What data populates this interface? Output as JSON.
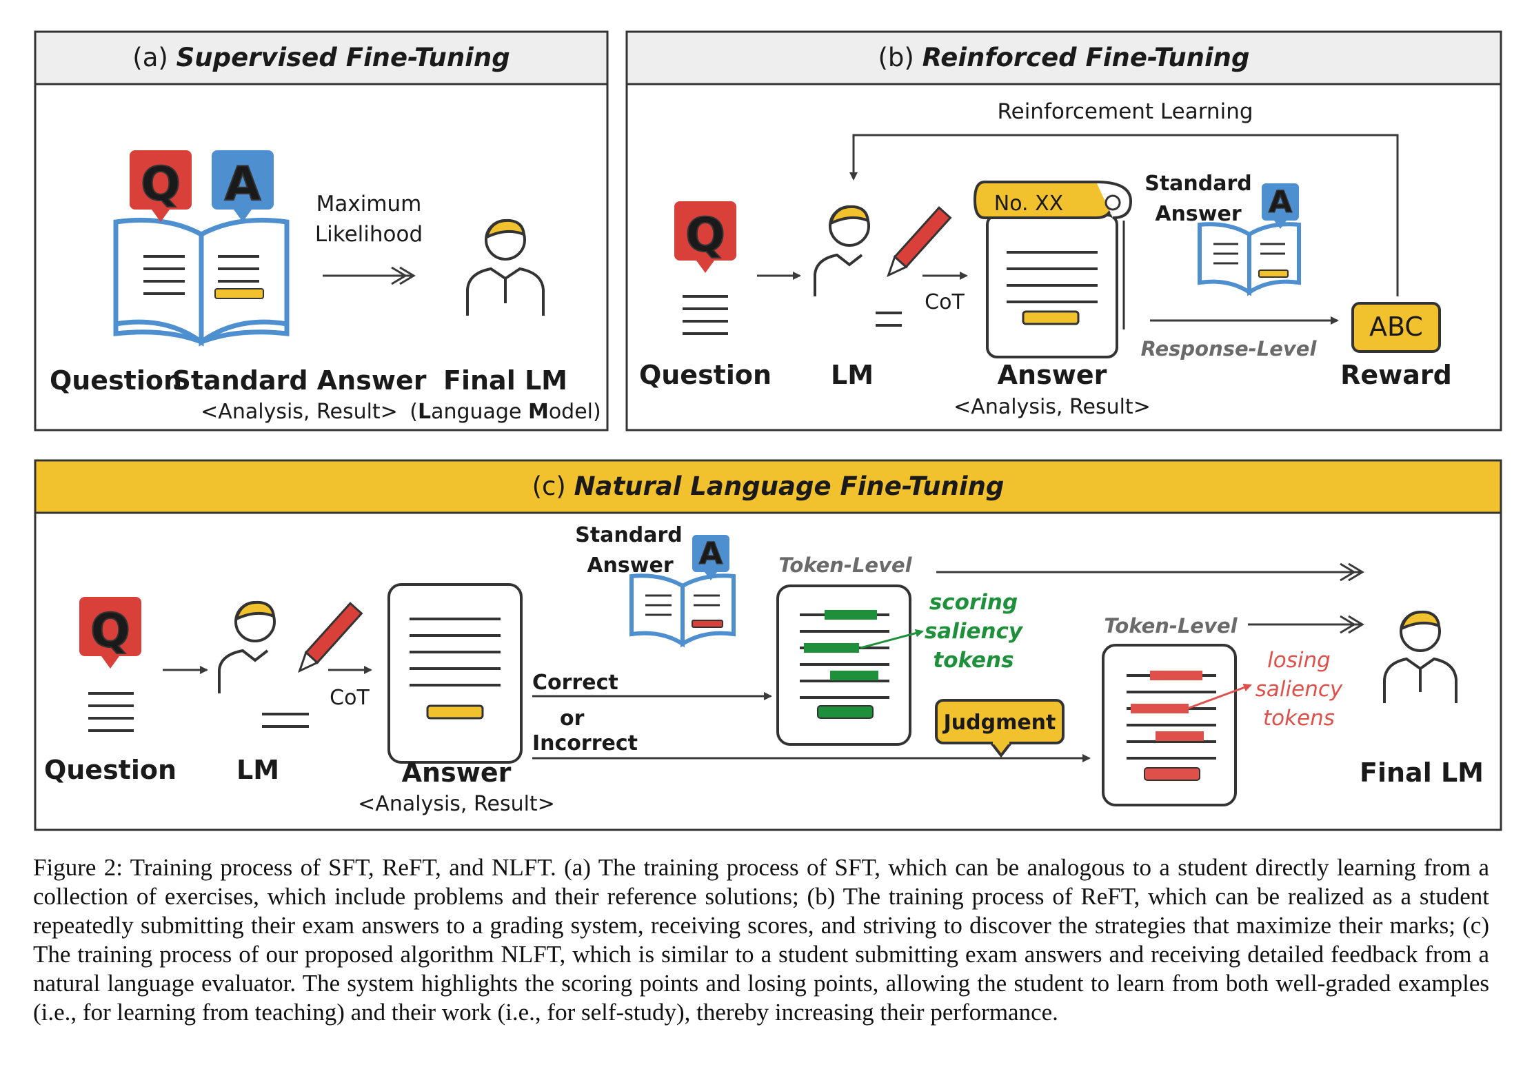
{
  "panel_a": {
    "title_prefix": "(a) ",
    "title_italic": "Supervised Fine-Tuning",
    "q_letter": "Q",
    "a_letter": "A",
    "arrow_label_1": "Maximum",
    "arrow_label_2": "Likelihood",
    "label_question": "Question",
    "label_standard_answer": "Standard Answer",
    "label_standard_answer_sub": "<Analysis, Result>",
    "label_final_lm": "Final LM",
    "label_final_lm_sub_1": "(",
    "label_final_lm_sub_L": "L",
    "label_final_lm_sub_2": "anguage ",
    "label_final_lm_sub_M": "M",
    "label_final_lm_sub_3": "odel)"
  },
  "panel_b": {
    "title_prefix": "(b) ",
    "title_italic": "Reinforced Fine-Tuning",
    "loop_label": "Reinforcement Learning",
    "q_letter": "Q",
    "scroll_label": "No. XX",
    "cot_label": "CoT",
    "standard_answer_1": "Standard",
    "standard_answer_2": "Answer",
    "a_letter": "A",
    "response_level": "Response-Level",
    "reward_icon_text": "ABC",
    "label_question": "Question",
    "label_lm": "LM",
    "label_answer": "Answer",
    "label_answer_sub": "<Analysis, Result>",
    "label_reward": "Reward"
  },
  "panel_c": {
    "title_prefix": "(c) ",
    "title_italic": "Natural Language Fine-Tuning",
    "q_letter": "Q",
    "cot_label": "CoT",
    "standard_answer_1": "Standard",
    "standard_answer_2": "Answer",
    "a_letter": "A",
    "token_level_1": "Token-Level",
    "token_level_2": "Token-Level",
    "scoring_1": "scoring",
    "scoring_2": "saliency",
    "scoring_3": "tokens",
    "losing_1": "losing",
    "losing_2": "saliency",
    "losing_3": "tokens",
    "correct": "Correct",
    "or": "or",
    "incorrect": "Incorrect",
    "judgment": "Judgment",
    "label_question": "Question",
    "label_lm": "LM",
    "label_answer": "Answer",
    "label_answer_sub": "<Analysis, Result>",
    "label_final_lm": "Final LM"
  },
  "caption": "Figure 2: Training process of SFT, ReFT, and NLFT. (a) The training process of SFT, which can be analogous to a student directly learning from a collection of exercises, which include problems and their reference solutions; (b) The training process of ReFT, which can be realized as a student repeatedly submitting their exam answers to a grading system, receiving scores, and striving to discover the strategies that maximize their marks; (c) The training process of our proposed algorithm NLFT, which is similar to a student submitting exam answers and receiving detailed feedback from a natural language evaluator. The system highlights the scoring points and losing points, allowing the student to learn from both well-graded examples (i.e., for learning from teaching) and their work (i.e., for self-study), thereby increasing their performance.",
  "colors": {
    "q_red": "#d9403a",
    "a_blue": "#4e8fd0",
    "gold": "#f2c12e",
    "green": "#1e8f3a",
    "red_token": "#e0504a",
    "outline": "#3c3c3c",
    "header_gray": "#eeeeee"
  }
}
